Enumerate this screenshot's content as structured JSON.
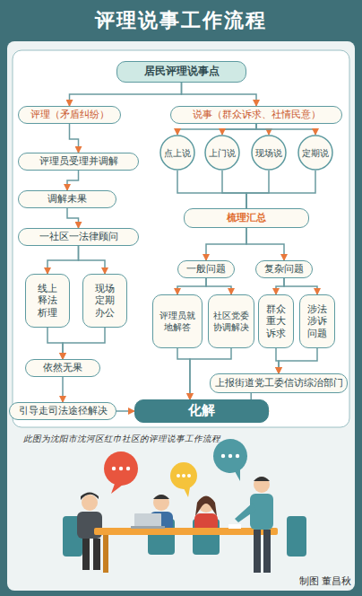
{
  "diagram": {
    "title": "评理说事工作流程",
    "caption": "此图为沈阳市沈河区红巾社区的评理说事工作流程",
    "nodes": [
      {
        "text": [
          "居民评理说事点"
        ]
      },
      {
        "text": [
          "评理（矛盾纠纷）"
        ]
      },
      {
        "text": [
          "说事（群众诉求、社情民意）"
        ]
      },
      {
        "text": [
          "评理员受理并调解"
        ]
      },
      {
        "text": [
          "点上说"
        ]
      },
      {
        "text": [
          "上门说"
        ]
      },
      {
        "text": [
          "现场说"
        ]
      },
      {
        "text": [
          "定期说"
        ]
      },
      {
        "text": [
          "调解未果"
        ]
      },
      {
        "text": [
          "梳理汇总"
        ]
      },
      {
        "text": [
          "一社区一法律顾问"
        ]
      },
      {
        "text": [
          "一般问题"
        ]
      },
      {
        "text": [
          "复杂问题"
        ]
      },
      {
        "text": [
          "线上释法析理"
        ]
      },
      {
        "text": [
          "现场定期办公"
        ]
      },
      {
        "text": [
          "评理员就地解答"
        ]
      },
      {
        "text": [
          "社区党委协调解决"
        ]
      },
      {
        "text": [
          "群众重大诉求"
        ]
      },
      {
        "text": [
          "涉法涉诉问题"
        ]
      },
      {
        "text": [
          "依然无果"
        ]
      },
      {
        "text": [
          "上报街道党工委信访综治部门"
        ]
      },
      {
        "text": [
          "引导走司法途径解决"
        ]
      },
      {
        "text": [
          "化解"
        ]
      }
    ],
    "edges": [
      {
        "from": 0,
        "to": 1,
        "arrow": "to"
      },
      {
        "from": 0,
        "to": 2,
        "arrow": "to"
      },
      {
        "from": 1,
        "to": 3,
        "arrow": "to"
      },
      {
        "from": 3,
        "to": 8,
        "arrow": "to"
      },
      {
        "from": 8,
        "to": 10,
        "arrow": "to"
      },
      {
        "from": 2,
        "to": 4,
        "arrow": "to"
      },
      {
        "from": 2,
        "to": 5,
        "arrow": "to"
      },
      {
        "from": 2,
        "to": 6,
        "arrow": "to"
      },
      {
        "from": 2,
        "to": 7,
        "arrow": "to"
      },
      {
        "from": 4,
        "to": 9,
        "arrow": "none"
      },
      {
        "from": 5,
        "to": 9,
        "arrow": "none"
      },
      {
        "from": 6,
        "to": 9,
        "arrow": "none"
      },
      {
        "from": 7,
        "to": 9,
        "arrow": "none"
      },
      {
        "from": 9,
        "to": 11,
        "arrow": "to"
      },
      {
        "from": 9,
        "to": 12,
        "arrow": "to"
      },
      {
        "from": 10,
        "to": 13,
        "arrow": "to"
      },
      {
        "from": 10,
        "to": 14,
        "arrow": "to"
      },
      {
        "from": 11,
        "to": 15,
        "arrow": "to"
      },
      {
        "from": 11,
        "to": 16,
        "arrow": "to"
      },
      {
        "from": 12,
        "to": 17,
        "arrow": "to"
      },
      {
        "from": 12,
        "to": 18,
        "arrow": "to"
      },
      {
        "from": 13,
        "to": 19,
        "arrow": "to"
      },
      {
        "from": 14,
        "to": 19,
        "arrow": "to"
      },
      {
        "from": 19,
        "to": 21,
        "arrow": "to"
      },
      {
        "from": 17,
        "to": 20,
        "arrow": "to"
      },
      {
        "from": 18,
        "to": 20,
        "arrow": "to"
      },
      {
        "from": 15,
        "to": 22,
        "arrow": "to"
      },
      {
        "from": 16,
        "to": 22,
        "arrow": "to"
      },
      {
        "from": 21,
        "to": 22,
        "arrow": "to"
      },
      {
        "from": 20,
        "to": 22,
        "arrow": "to"
      }
    ],
    "labels": [
      "制图 董昌秋"
    ]
  }
}
